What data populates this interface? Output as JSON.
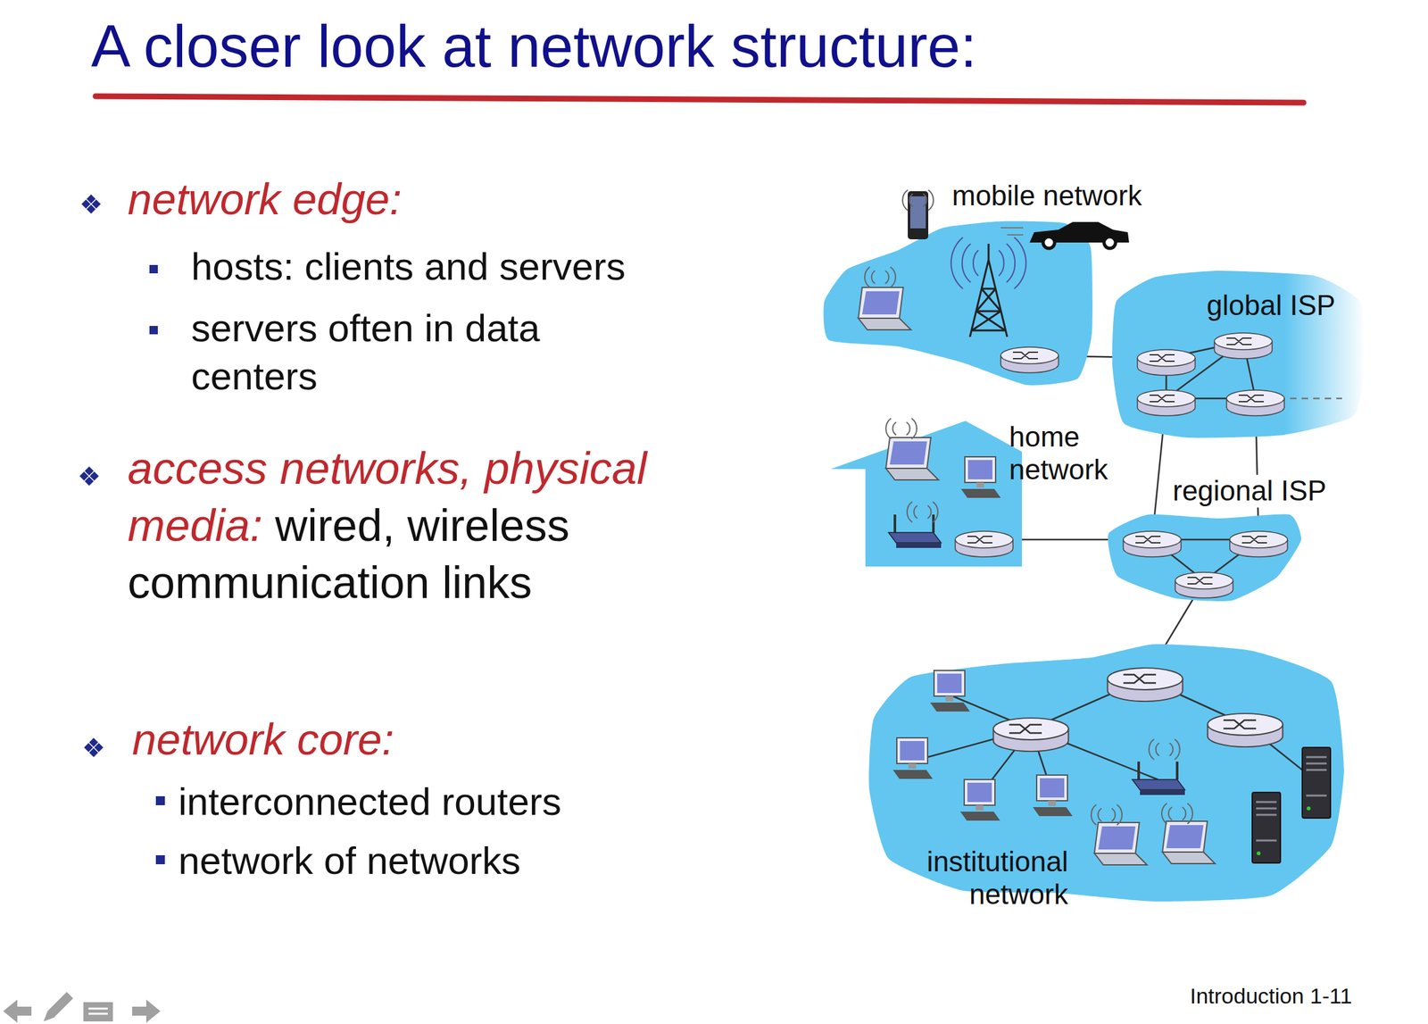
{
  "diagram": {
    "title": "A closer look at network structure:",
    "nodes": [
      {
        "text": [
          "mobile network"
        ]
      },
      {
        "text": [
          "global ISP"
        ]
      },
      {
        "text": [
          "home network"
        ]
      },
      {
        "text": [
          "regional ISP"
        ]
      },
      {
        "text": [
          "institutional network"
        ]
      }
    ],
    "edges": [
      {
        "from": 0,
        "to": 1,
        "arrow": "none"
      },
      {
        "from": 1,
        "to": 3,
        "arrow": "none"
      },
      {
        "from": 1,
        "to": 3,
        "arrow": "none"
      },
      {
        "from": 2,
        "to": 3,
        "arrow": "none"
      },
      {
        "from": 3,
        "to": 4,
        "arrow": "none"
      }
    ],
    "labels": [
      "network edge:",
      "hosts: clients and servers",
      "servers often in data centers",
      "access networks, physical media:",
      "wired, wireless communication links",
      "network core:",
      "interconnected routers",
      "network of networks",
      "Introduction 1-11"
    ]
  }
}
